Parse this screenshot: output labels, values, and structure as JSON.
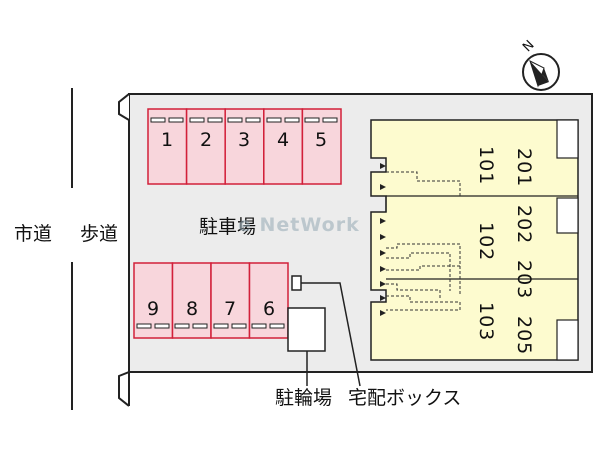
{
  "road_label": "市道",
  "sidewalk_label": "歩道",
  "parking_label": "駐車場",
  "bicycle_parking_label": "駐輪場",
  "delivery_box_label": "宅配ボックス",
  "watermark": "e NetWork",
  "compass_letter": "N",
  "parking_top": [
    "1",
    "2",
    "3",
    "4",
    "5"
  ],
  "parking_bottom": [
    "9",
    "8",
    "7",
    "6"
  ],
  "units_first_floor": [
    "101",
    "102",
    "103"
  ],
  "units_second_floor": [
    "201",
    "202",
    "203",
    "205"
  ],
  "colors": {
    "parking_fill": "#f8d6dc",
    "parking_border": "#d2203a",
    "building_fill": "#fdfbcf",
    "lot_fill": "#ececec",
    "line": "#222222"
  }
}
